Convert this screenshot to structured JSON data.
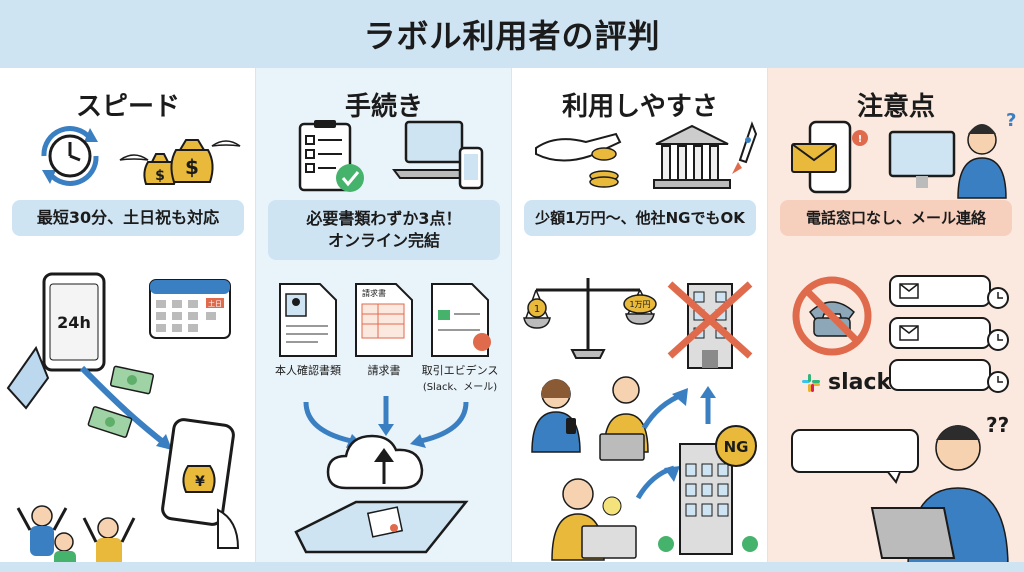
{
  "title": "ラボル利用者の評判",
  "panels": [
    {
      "heading": "スピード",
      "pill": "最短30分、土日祝も対応",
      "phone_text": "24h",
      "calendar_tag": "土日",
      "yen_symbol": "¥",
      "dollar_symbol": "$"
    },
    {
      "heading": "手続き",
      "pill_line1": "必要書類わずか3点！",
      "pill_line2": "オンライン完結",
      "doc1_label": "本人確認書類",
      "doc2_header": "請求書",
      "doc2_label": "請求書",
      "doc3_label_line1": "取引エビデンス",
      "doc3_label_line2": "(Slack、メール)"
    },
    {
      "heading": "利用しやすさ",
      "pill": "少額1万円〜、他社NGでもOK",
      "scale_left": "1",
      "scale_right": "1万円",
      "ng_badge": "NG"
    },
    {
      "heading": "注意点",
      "pill": "電話窓口なし、メール連絡",
      "slack_label": "slack",
      "question_marks": "?",
      "question_marks_double": "??"
    }
  ],
  "colors": {
    "title_bg": "#cfe4f3",
    "panel_blue": "#e9f3fa",
    "panel_orange": "#fbe9e0",
    "pill_blue": "#cfe4f3",
    "pill_orange": "#f7cfbd",
    "accent_blue": "#3a7fc1",
    "accent_red": "#e06a4c",
    "gold": "#e8b93a",
    "green": "#45b36b"
  },
  "icons": [
    "clock-icon",
    "money-bag-icon",
    "smartphone-icon",
    "calendar-icon",
    "banknote-icon",
    "checklist-icon",
    "laptop-icon",
    "document-icon",
    "cloud-upload-icon",
    "coin-icon",
    "bank-icon",
    "rocket-icon",
    "balance-scale-icon",
    "building-icon",
    "email-icon",
    "no-phone-icon",
    "chat-bubble-icon",
    "person-icon"
  ]
}
